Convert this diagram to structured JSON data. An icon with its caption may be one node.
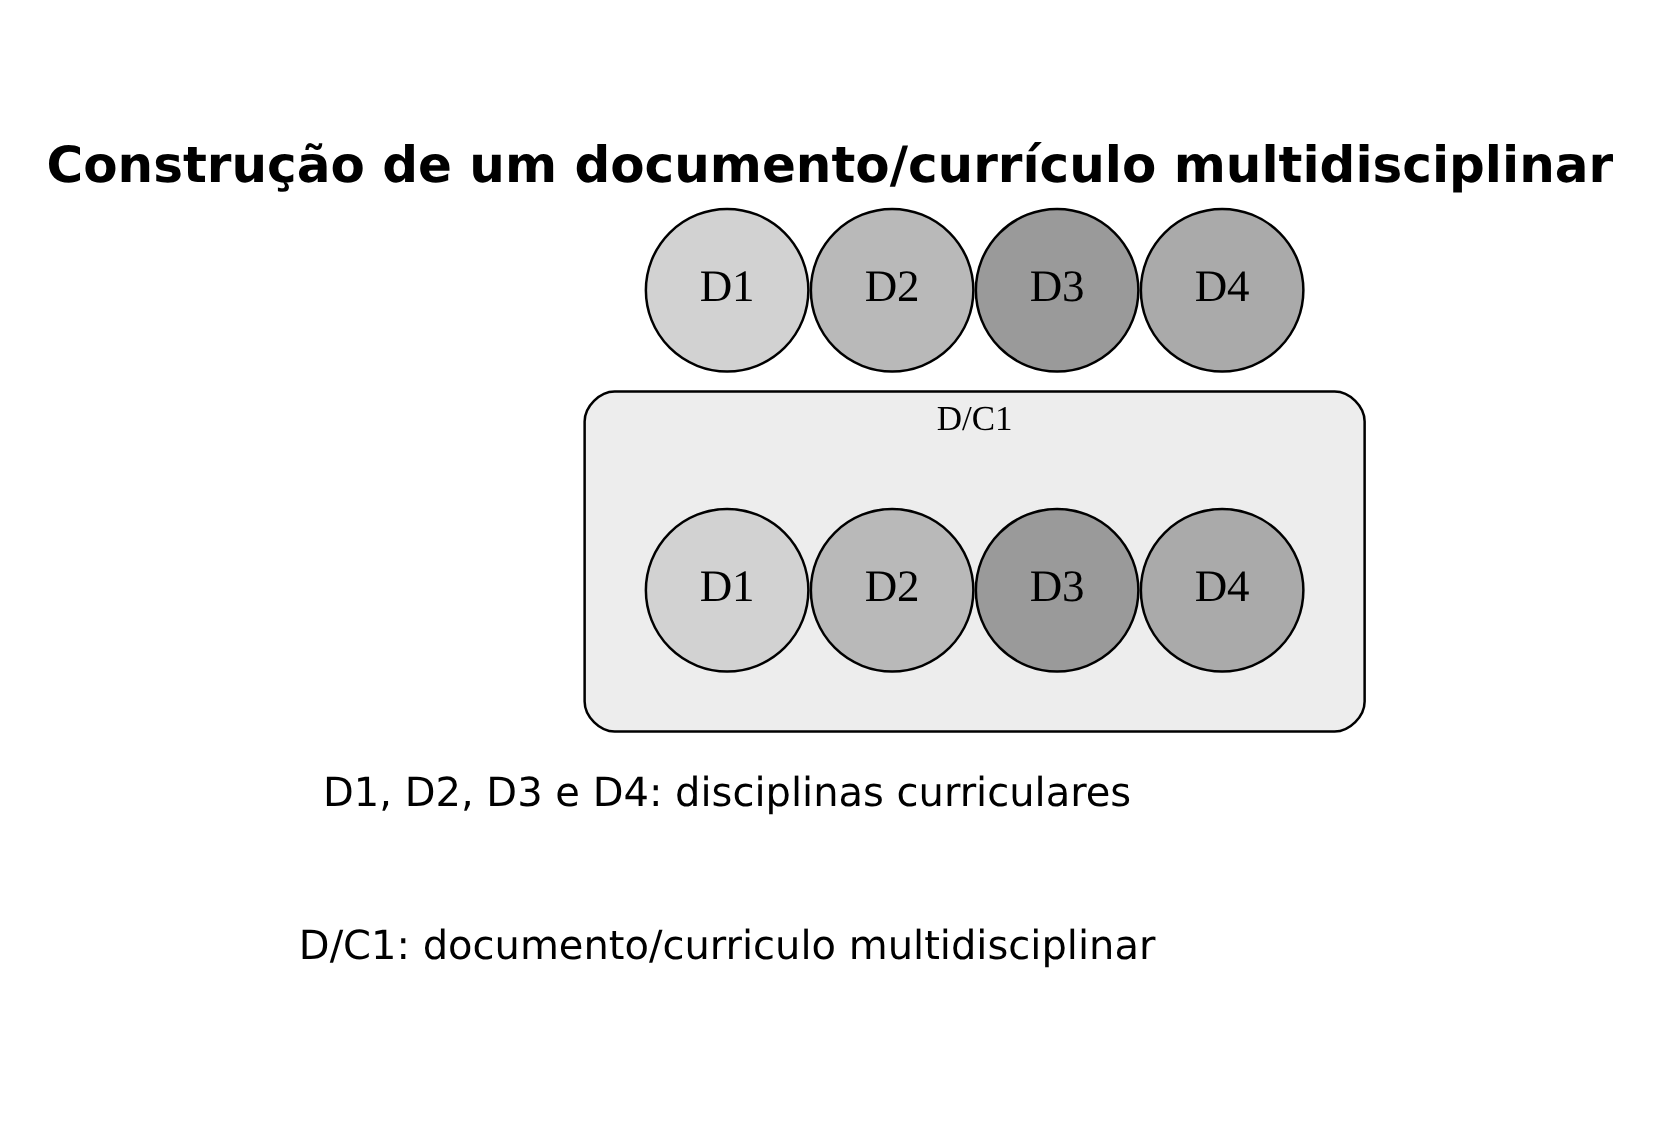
{
  "diagram": {
    "title": "Construção de um documento/currículo multidisciplinar",
    "nodes": [
      {
        "text": [
          "D1"
        ]
      },
      {
        "text": [
          "D2"
        ]
      },
      {
        "text": [
          "D3"
        ]
      },
      {
        "text": [
          "D4"
        ]
      },
      {
        "text": [
          "D/C1"
        ]
      },
      {
        "text": [
          "D1"
        ],
        "in": 4
      },
      {
        "text": [
          "D2"
        ],
        "in": 4
      },
      {
        "text": [
          "D3"
        ],
        "in": 4
      },
      {
        "text": [
          "D4"
        ],
        "in": 4
      }
    ],
    "edges": [],
    "labels": [
      "D1, D2, D3 e D4: disciplinas curriculares",
      "D/C1: documento/curriculo multidisciplinar"
    ]
  }
}
